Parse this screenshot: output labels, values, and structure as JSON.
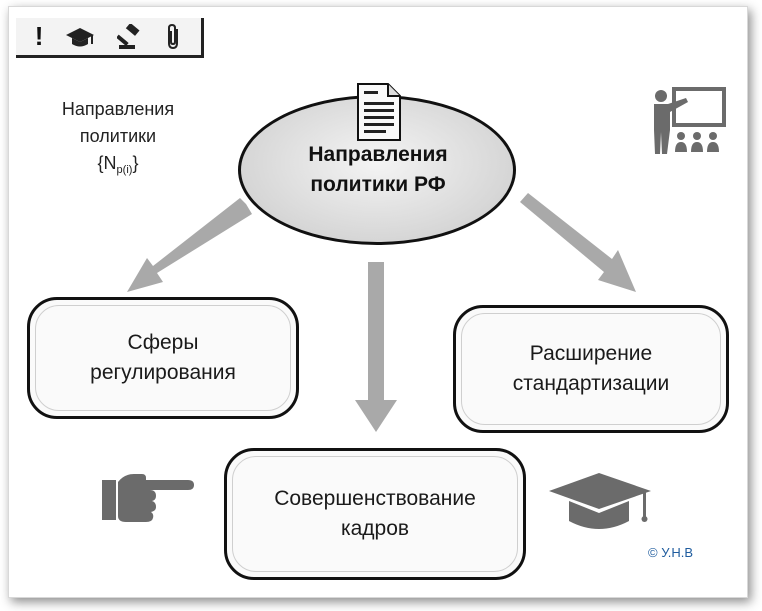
{
  "toolbar": {
    "icons": [
      "exclamation-icon",
      "graduation-cap-icon",
      "gavel-icon",
      "paperclip-icon"
    ],
    "exclamation": "!"
  },
  "side_label": {
    "line1": "Направления",
    "line2": "политики",
    "formula_open": "{N",
    "formula_sub": "p(i)",
    "formula_close": "}"
  },
  "center": {
    "line1": "Направления",
    "line2": "политики РФ"
  },
  "boxes": {
    "left": {
      "line1": "Сферы",
      "line2": "регулирования"
    },
    "right": {
      "line1": "Расширение",
      "line2": "стандартизации"
    },
    "bottom": {
      "line1": "Совершенствование",
      "line2": "кадров"
    }
  },
  "copyright": "© У.Н.В",
  "colors": {
    "arrow": "#a9a9a9",
    "icon": "#6b6b6b",
    "border": "#111111",
    "copyright": "#1f5c9e"
  },
  "decor_icons": [
    "document-icon",
    "teacher-presentation-icon",
    "pointing-hand-icon",
    "mortarboard-icon"
  ]
}
